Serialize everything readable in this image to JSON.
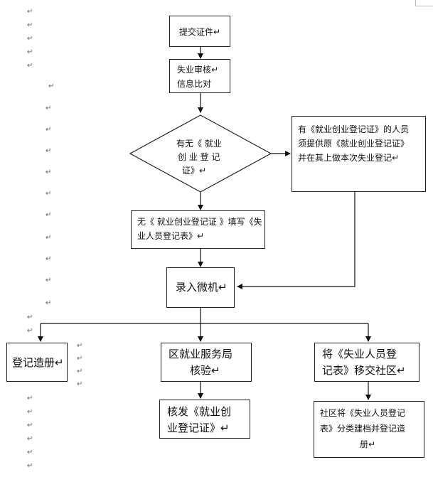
{
  "nodes": {
    "submit": "提交证件↵",
    "review_l1": "失业审核↵",
    "review_l2": "信息比对",
    "decision_l1": "有无《 就业",
    "decision_l2": "创 业 登 记",
    "decision_l3": "证》↵",
    "has_cert_l1": "有《就业创业登记证》的人员",
    "has_cert_l2": "须提供原《就业创业登记证》",
    "has_cert_l3": "并在其上做本次失业登记↵",
    "no_cert_l1": "无《 就业创业登记证 》填写《失",
    "no_cert_l2": "业人员登记表》↵",
    "entry": "录入微机↵",
    "register": "登记造册↵",
    "district_l1": "区就业服务局",
    "district_l2": "核验↵",
    "issue_l1": "核发《就业创",
    "issue_l2": "业登记证》↵",
    "transfer_l1": "将《失业人员登",
    "transfer_l2": "记表》移交社区↵",
    "community_l1": "社区将《失业人员登记",
    "community_l2": "表》分类建档并登记造",
    "community_l3": "册↵"
  },
  "paragraph_mark": "↵"
}
